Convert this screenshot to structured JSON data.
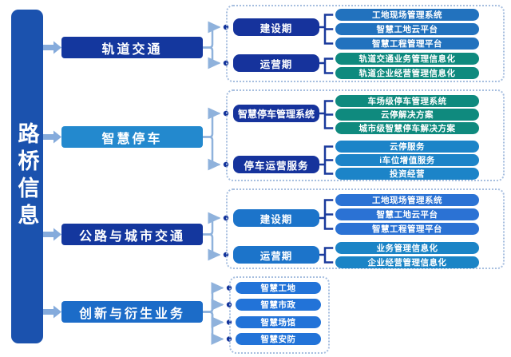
{
  "root": {
    "label": "路桥信息"
  },
  "branches": [
    {
      "label": "轨道交通",
      "groups": [
        {
          "label": "建设期",
          "items": [
            "工地现场管理系统",
            "智慧工地云平台",
            "智慧工程管理平台"
          ]
        },
        {
          "label": "运营期",
          "items": [
            "轨道交通业务管理信息化",
            "轨道企业经营管理信息化"
          ]
        }
      ]
    },
    {
      "label": "智慧停车",
      "groups": [
        {
          "label": "智慧停车管理系统",
          "items": [
            "车场级停车管理系统",
            "云停解决方案",
            "城市级智慧停车解决方案"
          ]
        },
        {
          "label": "停车运营服务",
          "items": [
            "云停服务",
            "i车位增值服务",
            "投资经营"
          ]
        }
      ]
    },
    {
      "label": "公路与城市交通",
      "groups": [
        {
          "label": "建设期",
          "items": [
            "工地现场管理系统",
            "智慧工地云平台",
            "智慧工程管理平台"
          ]
        },
        {
          "label": "运营期",
          "items": [
            "业务管理信息化",
            "企业经营管理信息化"
          ]
        }
      ]
    },
    {
      "label": "创新与衍生业务",
      "items": [
        "智慧工地",
        "智慧市政",
        "智慧场馆",
        "智慧安防"
      ]
    }
  ],
  "palette": {
    "root_bar": "#1B52AE",
    "branch_navy": "#14379E",
    "branch_sky": "#2389CE",
    "branch_blue": "#1C6CC8",
    "stage_navy": "#16339C",
    "stage_blue": "#1C74CA",
    "leaf_steel_blue": "#2272BE",
    "leaf_teal": "#0F8A7E",
    "leaf_bright_blue": "#1C84C8",
    "leaf_vivid_blue": "#2B72D4",
    "leaf_cyan_blue": "#1B84C6",
    "leaf_blue": "#2273D8",
    "connector_light": "#8FB2DC",
    "connector_dark": "#1A3A9C",
    "dot_navy": "#13339B",
    "group_border": "#A6BEDF"
  }
}
